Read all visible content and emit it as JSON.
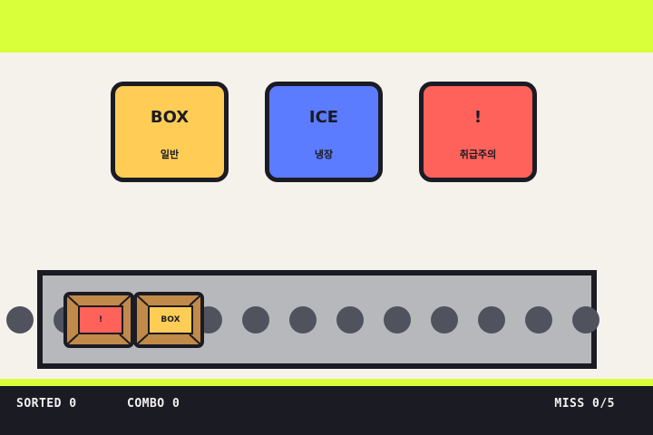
{
  "theme": {
    "accent": "#d9ff3a",
    "background": "#f5f2ec",
    "dark": "#1b1b24",
    "belt": "#b7b8bc",
    "roller": "#50525e",
    "cardboard": "#c28a48"
  },
  "bins": [
    {
      "title": "BOX",
      "subtitle": "일반",
      "color": "#ffcd55"
    },
    {
      "title": "ICE",
      "subtitle": "냉장",
      "color": "#5b7cff"
    },
    {
      "title": "!",
      "subtitle": "취급주의",
      "color": "#ff625a"
    }
  ],
  "packages": [
    {
      "label": "!",
      "label_color": "#ff625a"
    },
    {
      "label": "BOX",
      "label_color": "#ffcd55"
    }
  ],
  "hud": {
    "sorted": "SORTED 0",
    "combo": "COMBO 0",
    "miss": "MISS 0/5"
  }
}
